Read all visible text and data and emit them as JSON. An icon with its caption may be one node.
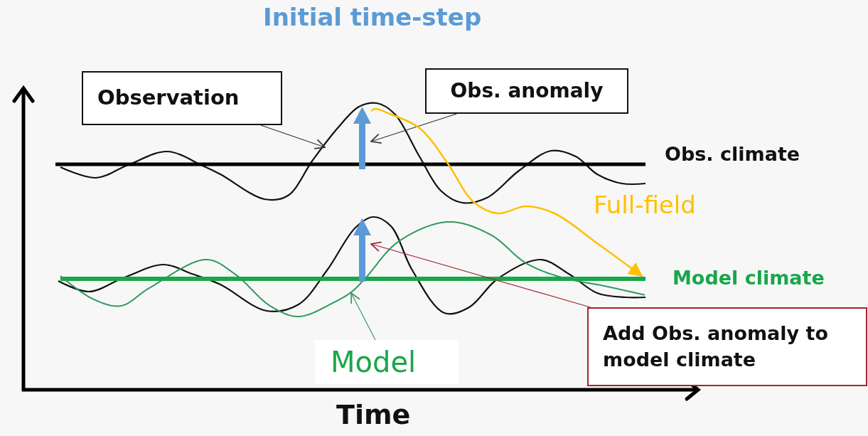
{
  "diagram": {
    "nodes": [
      {
        "text": [
          "Observation"
        ]
      },
      {
        "text": [
          "Obs. anomaly"
        ]
      },
      {
        "text": [
          "Add Obs. anomaly to model climate"
        ]
      },
      {
        "text": [
          "Model"
        ]
      },
      {
        "text": [],
        "shape": "arrow"
      },
      {
        "text": [],
        "shape": "arrow"
      },
      {
        "text": [],
        "shape": "curve"
      },
      {
        "text": [],
        "shape": "line"
      }
    ],
    "edges": [
      {
        "from": 0,
        "to": null,
        "arrow": "to"
      },
      {
        "from": 1,
        "to": 4,
        "arrow": "to"
      },
      {
        "from": 2,
        "to": 5,
        "arrow": "to",
        "color": "#a0262f"
      },
      {
        "from": 3,
        "to": 6,
        "arrow": "to",
        "color": "#3a9a6a"
      },
      {
        "from": 4,
        "to": 7,
        "arrow": "to",
        "label": "Full-field",
        "color": "#ffc000"
      }
    ],
    "labels": [
      "Initial time-step",
      "Obs. climate",
      "Model climate",
      "Time"
    ]
  }
}
